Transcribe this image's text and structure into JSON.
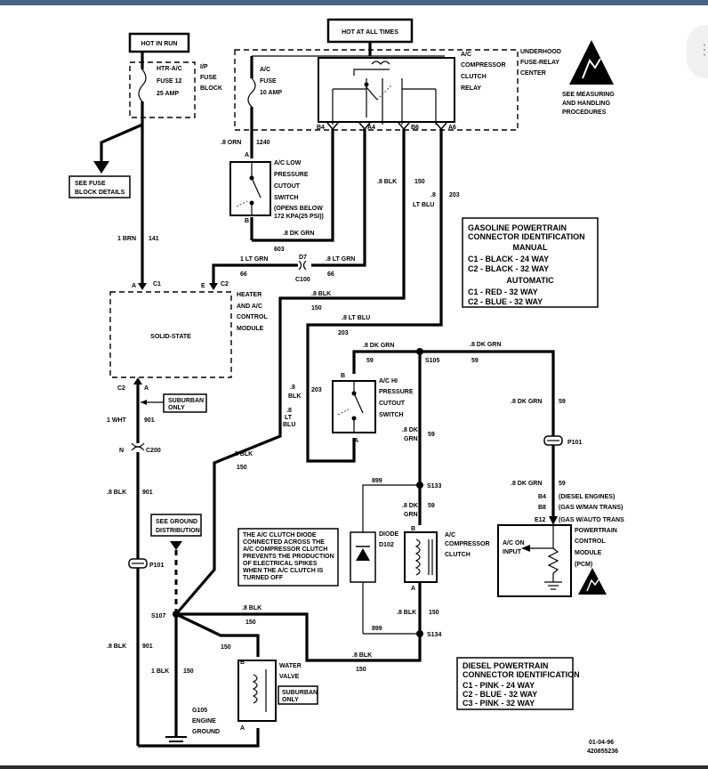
{
  "header": {
    "hot_in_run": "HOT IN RUN",
    "hot_at_all_times": "HOT AT ALL TIMES"
  },
  "fuse_block": {
    "fuse_label": [
      "HTR-A/C",
      "FUSE 12",
      "25 AMP"
    ],
    "block_label": [
      "I/P",
      "FUSE",
      "BLOCK"
    ],
    "see_details": [
      "SEE FUSE",
      "BLOCK DETAILS"
    ]
  },
  "underhood": {
    "label": [
      "UNDERHOOD",
      "FUSE-RELAY",
      "CENTER"
    ],
    "ac_fuse": [
      "A/C",
      "FUSE",
      "10 AMP"
    ],
    "relay_label": [
      "A/C",
      "COMPRESSOR",
      "CLUTCH",
      "RELAY"
    ],
    "pins": [
      "B4",
      "A4",
      "B6",
      "A6"
    ]
  },
  "esd_note": [
    "SEE MEASURING",
    "AND HANDLING",
    "PROCEDURES"
  ],
  "low_switch": {
    "label": [
      "A/C LOW",
      "PRESSURE",
      "CUTOUT",
      "SWITCH"
    ],
    "note": [
      "(OPENS BELOW",
      "172 KPA(25 PSI))"
    ],
    "pin_a": "A",
    "pin_b": "B"
  },
  "wires": {
    "w_orn": ".8 ORN",
    "w_1240": "1240",
    "w_dkgrn_top": ".8 DK GRN",
    "w_603": "603",
    "w_blk150": ".8 BLK",
    "w_150": "150",
    "w_ltblu": ".8",
    "w_ltblu2": "LT BLU",
    "w_203": "203",
    "w_brn": "1 BRN",
    "w_141": "141",
    "w_ltgrn1": "1 LT GRN",
    "w_ltgrn2": ".8 LT GRN",
    "w_66a": "66",
    "w_66b": "66",
    "w_d7": "D7",
    "w_c100": "C100",
    "w_blk_mid": ".8 BLK",
    "w_150_mid": "150",
    "w_ltblu_mid": ".8 LT BLU",
    "w_203_mid": "203",
    "w_dkgrn_mid": ".8 DK GRN",
    "w_59a": "59",
    "w_dkgrn_right": ".8 DK GRN",
    "w_59b": "59",
    "w_dkgrn_vert": ".8 DK GRN",
    "w_59c": "59",
    "w_ltblu_v": [
      ".8",
      "LT",
      "BLU"
    ],
    "w_203_v": "203",
    "w_blk_v": ".8",
    "w_blk_v2": "BLK",
    "w_dkgrn_sw": [
      ".8 DK",
      "GRN"
    ],
    "w_59d": "59",
    "w_blk_long": ".8 BLK",
    "w_150_long": "150",
    "w_dkgrn_pcm": ".8 DK GRN",
    "w_59e": "59",
    "w_1wht": "1 WHT",
    "w_901a": "901",
    "w_blk901": ".8 BLK",
    "w_901b": "901",
    "w_blk901c": ".8 BLK",
    "w_901c": "901",
    "w_899a": "899",
    "w_899b": "899",
    "w_dkgrn_clutch": [
      ".8 DK",
      "GRN"
    ],
    "w_59f": "59",
    "w_blk_clutch": ".8 BLK",
    "w_150_clutch": "150",
    "w_blk_s107": ".8 BLK",
    "w_150_s107": "150",
    "w_150_water": "150",
    "w_1blk": "1 BLK",
    "w_150_gnd": "150",
    "w_blk_s134": ".8 BLK",
    "w_150_s134": "150"
  },
  "module": {
    "name": "SOLID-STATE",
    "label": [
      "HEATER",
      "AND A/C",
      "CONTROL",
      "MODULE"
    ],
    "pin_a_top": "A",
    "c1": "C1",
    "pin_e": "E",
    "c2_top": "C2",
    "c2_bot": "C2",
    "pin_a_bot": "A",
    "suburban": [
      "SUBURBAN",
      "ONLY"
    ]
  },
  "connectors": {
    "n": "N",
    "c200": "C200",
    "p101_left": "P101",
    "p101_right": "P101"
  },
  "hi_switch": {
    "label": [
      "A/C HI",
      "PRESSURE",
      "CUTOUT",
      "SWITCH"
    ],
    "pin_b": "B",
    "pin_a": "A"
  },
  "splices": {
    "s105": "S105",
    "s133": "S133",
    "s134": "S134",
    "s107": "S107"
  },
  "gasoline_box": {
    "title": [
      "GASOLINE POWERTRAIN",
      "CONNECTOR IDENTIFICATION"
    ],
    "manual": "MANUAL",
    "manual_rows": [
      "C1  -  BLACK  -  24 WAY",
      "C2  -  BLACK  -  32 WAY"
    ],
    "automatic": "AUTOMATIC",
    "auto_rows": [
      "C1  -  RED     -  32 WAY",
      "C2  -  BLUE    -  32 WAY"
    ]
  },
  "pcm": {
    "b4": "B4",
    "b4_note": "(DIESEL ENGINES)",
    "b8": "B8",
    "b8_note": "(GAS W/MAN TRANS)",
    "e12": "E12",
    "e12_note": "(GAS W/AUTO TRANS",
    "label": [
      "POWERTRAIN",
      "CONTROL",
      "MODULE",
      "(PCM)"
    ],
    "input": [
      "A/C ON",
      "INPUT"
    ]
  },
  "diode": {
    "note": [
      "THE A/C CLUTCH DIODE",
      "CONNECTED ACROSS THE",
      "A/C COMPRESSOR CLUTCH",
      "PREVENTS THE PRODUCTION",
      "OF ELECTRICAL SPIKES",
      "WHEN THE A/C CLUTCH IS",
      "TURNED OFF"
    ],
    "label": [
      "DIODE",
      "D102"
    ]
  },
  "clutch": {
    "label": [
      "A/C",
      "COMPRESSOR",
      "CLUTCH"
    ],
    "pin_b": "B",
    "pin_a": "A"
  },
  "ground": {
    "see": [
      "SEE GROUND",
      "DISTRIBUTION"
    ],
    "label": [
      "G105",
      "ENGINE",
      "GROUND"
    ]
  },
  "water_valve": {
    "label": [
      "WATER",
      "VALVE"
    ],
    "suburban": [
      "SUBURBAN",
      "ONLY"
    ],
    "pin_b": "B",
    "pin_a": "A"
  },
  "diesel_box": {
    "title": [
      "DIESEL POWERTRAIN",
      "CONNECTOR IDENTIFICATION"
    ],
    "rows": [
      "C1  -  PINK   -  24 WAY",
      "C2  -  BLUE   -  32 WAY",
      "C3  -  PINK   -  32 WAY"
    ]
  },
  "footer": {
    "date": "01-04-96",
    "code": "420855236"
  },
  "ui": {
    "more_glyph": "⋮"
  }
}
